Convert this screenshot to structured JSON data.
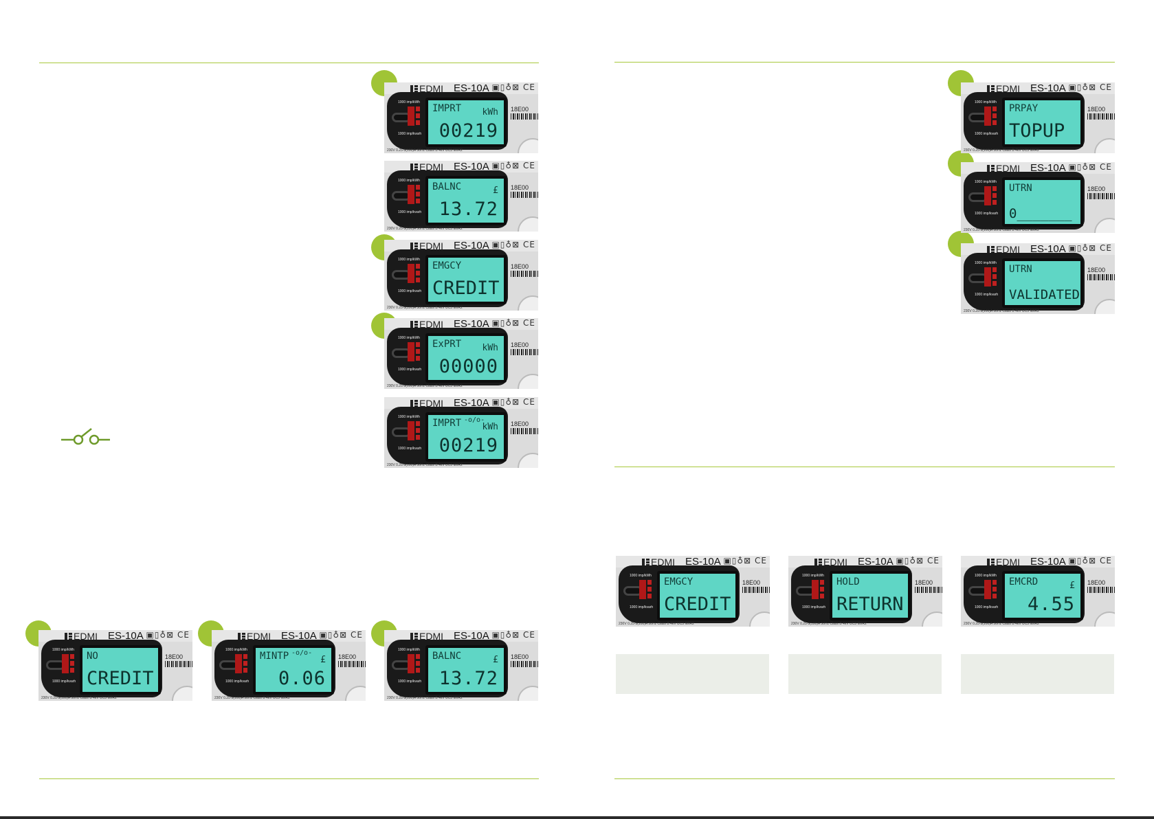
{
  "left_page": {
    "meters_column": [
      {
        "brand": "EDMI",
        "model": "ES-10A",
        "line1": "IMPRT",
        "unit": "kWh",
        "line2": "00219",
        "switch": ""
      },
      {
        "brand": "EDMI",
        "model": "ES-10A",
        "line1": "BALNC",
        "unit": "£",
        "line2": "13.72",
        "switch": ""
      },
      {
        "brand": "EDMI",
        "model": "ES-10A",
        "line1": "EMGCY",
        "unit": "",
        "line2": "CREDIT",
        "switch": ""
      },
      {
        "brand": "EDMI",
        "model": "ES-10A",
        "line1": "ExPRT",
        "unit": "kWh",
        "line2": "00000",
        "switch": ""
      },
      {
        "brand": "EDMI",
        "model": "ES-10A",
        "line1": "IMPRT",
        "unit": "kWh",
        "line2": "00219",
        "switch": "-o/o-"
      }
    ],
    "meters_row": [
      {
        "brand": "EDMI",
        "model": "ES-10A",
        "line1": "NO",
        "unit": "",
        "line2": "CREDIT",
        "switch": ""
      },
      {
        "brand": "EDMI",
        "model": "ES-10A",
        "line1": "MINTP",
        "unit": "£",
        "line2": "0.06",
        "switch": "-o/o-"
      },
      {
        "brand": "EDMI",
        "model": "ES-10A",
        "line1": "BALNC",
        "unit": "£",
        "line2": "13.72",
        "switch": ""
      }
    ]
  },
  "right_page": {
    "meters_column": [
      {
        "brand": "EDMI",
        "model": "ES-10A",
        "line1": "PRPAY",
        "unit": "",
        "line2": "TOPUP",
        "switch": ""
      },
      {
        "brand": "EDMI",
        "model": "ES-10A",
        "line1": "UTRN",
        "unit": "",
        "line2": "0_______",
        "switch": ""
      },
      {
        "brand": "EDMI",
        "model": "ES-10A",
        "line1": "UTRN",
        "unit": "",
        "line2": "VALIDATED",
        "switch": ""
      }
    ],
    "meters_row": [
      {
        "brand": "EDMI",
        "model": "ES-10A",
        "line1": "EMGCY",
        "unit": "",
        "line2": "CREDIT",
        "switch": ""
      },
      {
        "brand": "EDMI",
        "model": "ES-10A",
        "line1": "HOLD",
        "unit": "",
        "line2": "RETURN",
        "switch": ""
      },
      {
        "brand": "EDMI",
        "model": "ES-10A",
        "line1": "EMCRD",
        "unit": "£",
        "line2": "4.55",
        "switch": ""
      }
    ]
  },
  "meter_static": {
    "marks": "▣▯♁⊠ CE",
    "serial": "18E00",
    "imp_top": "1000 imp/kWh",
    "imp_bottom": "1000 imp/kvarh",
    "footer": "230V 0.25-5(100)A 50Hz Class B 4kV UC3 M/IR2"
  },
  "colors": {
    "accent": "#a0c436",
    "rule": "#a8c83c",
    "lcd": "#5fd6c5",
    "grey_box": "#ebeee8"
  }
}
